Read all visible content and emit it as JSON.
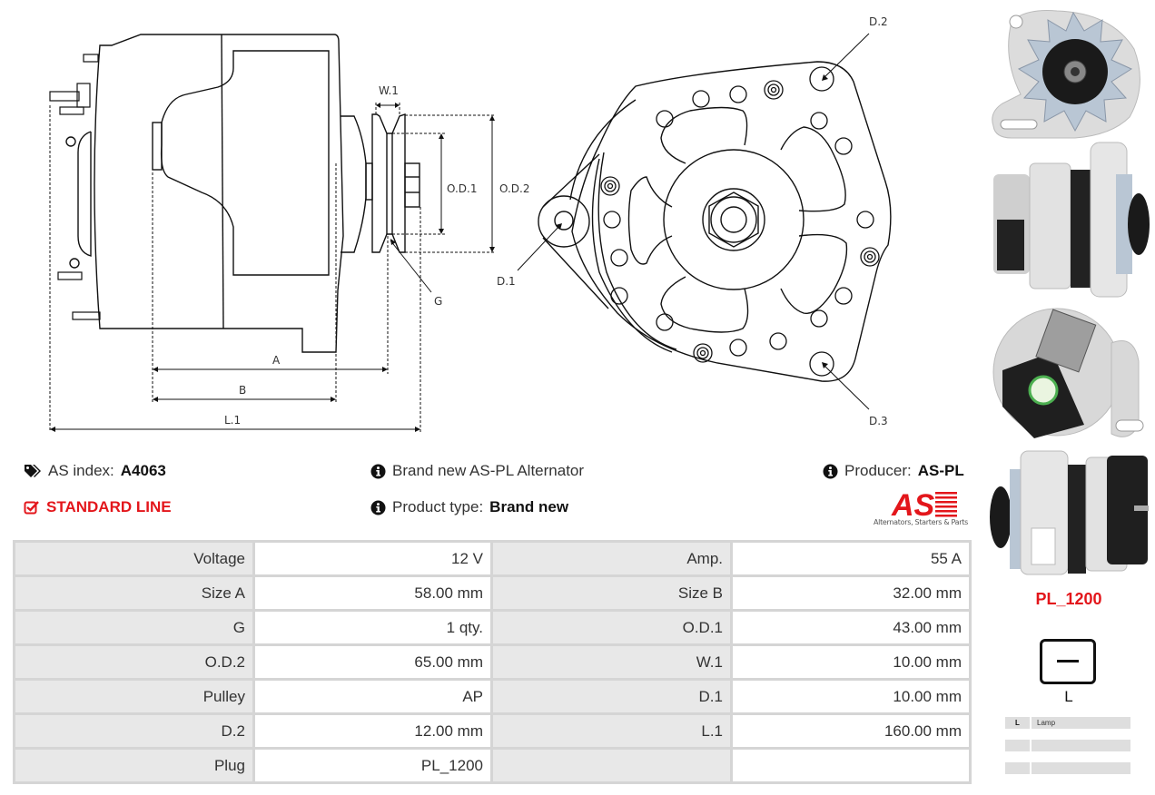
{
  "drawing": {
    "labels": {
      "w1": "W.1",
      "od1": "O.D.1",
      "od2": "O.D.2",
      "g": "G",
      "a": "A",
      "b": "B",
      "l1": "L.1",
      "d1": "D.1",
      "d2": "D.2",
      "d3": "D.3"
    }
  },
  "info": {
    "as_index_label": "AS index:",
    "as_index_value": "A4063",
    "line_label": "STANDARD LINE",
    "description": "Brand new AS-PL Alternator",
    "product_type_label": "Product type:",
    "product_type_value": "Brand new",
    "producer_label": "Producer:",
    "producer_value": "AS-PL",
    "logo_text": "AS",
    "logo_tagline": "Alternators, Starters & Parts"
  },
  "specs": [
    {
      "k1": "Voltage",
      "v1": "12 V",
      "k2": "Amp.",
      "v2": "55 A"
    },
    {
      "k1": "Size A",
      "v1": "58.00 mm",
      "k2": "Size B",
      "v2": "32.00 mm"
    },
    {
      "k1": "G",
      "v1": "1 qty.",
      "k2": "O.D.1",
      "v2": "43.00 mm"
    },
    {
      "k1": "O.D.2",
      "v1": "65.00 mm",
      "k2": "W.1",
      "v2": "10.00 mm"
    },
    {
      "k1": "Pulley",
      "v1": "AP",
      "k2": "D.1",
      "v2": "10.00 mm"
    },
    {
      "k1": "D.2",
      "v1": "12.00 mm",
      "k2": "L.1",
      "v2": "160.00 mm"
    },
    {
      "k1": "Plug",
      "v1": "PL_1200",
      "k2": "",
      "v2": ""
    }
  ],
  "plug": {
    "name": "PL_1200",
    "pin_label": "L",
    "pins": [
      {
        "key": "L",
        "value": "Lamp"
      },
      {
        "key": "",
        "value": ""
      },
      {
        "key": "",
        "value": ""
      }
    ]
  },
  "colors": {
    "accent_red": "#e3161b",
    "table_key_bg": "#e8e8e8",
    "table_border": "#d5d5d5"
  }
}
